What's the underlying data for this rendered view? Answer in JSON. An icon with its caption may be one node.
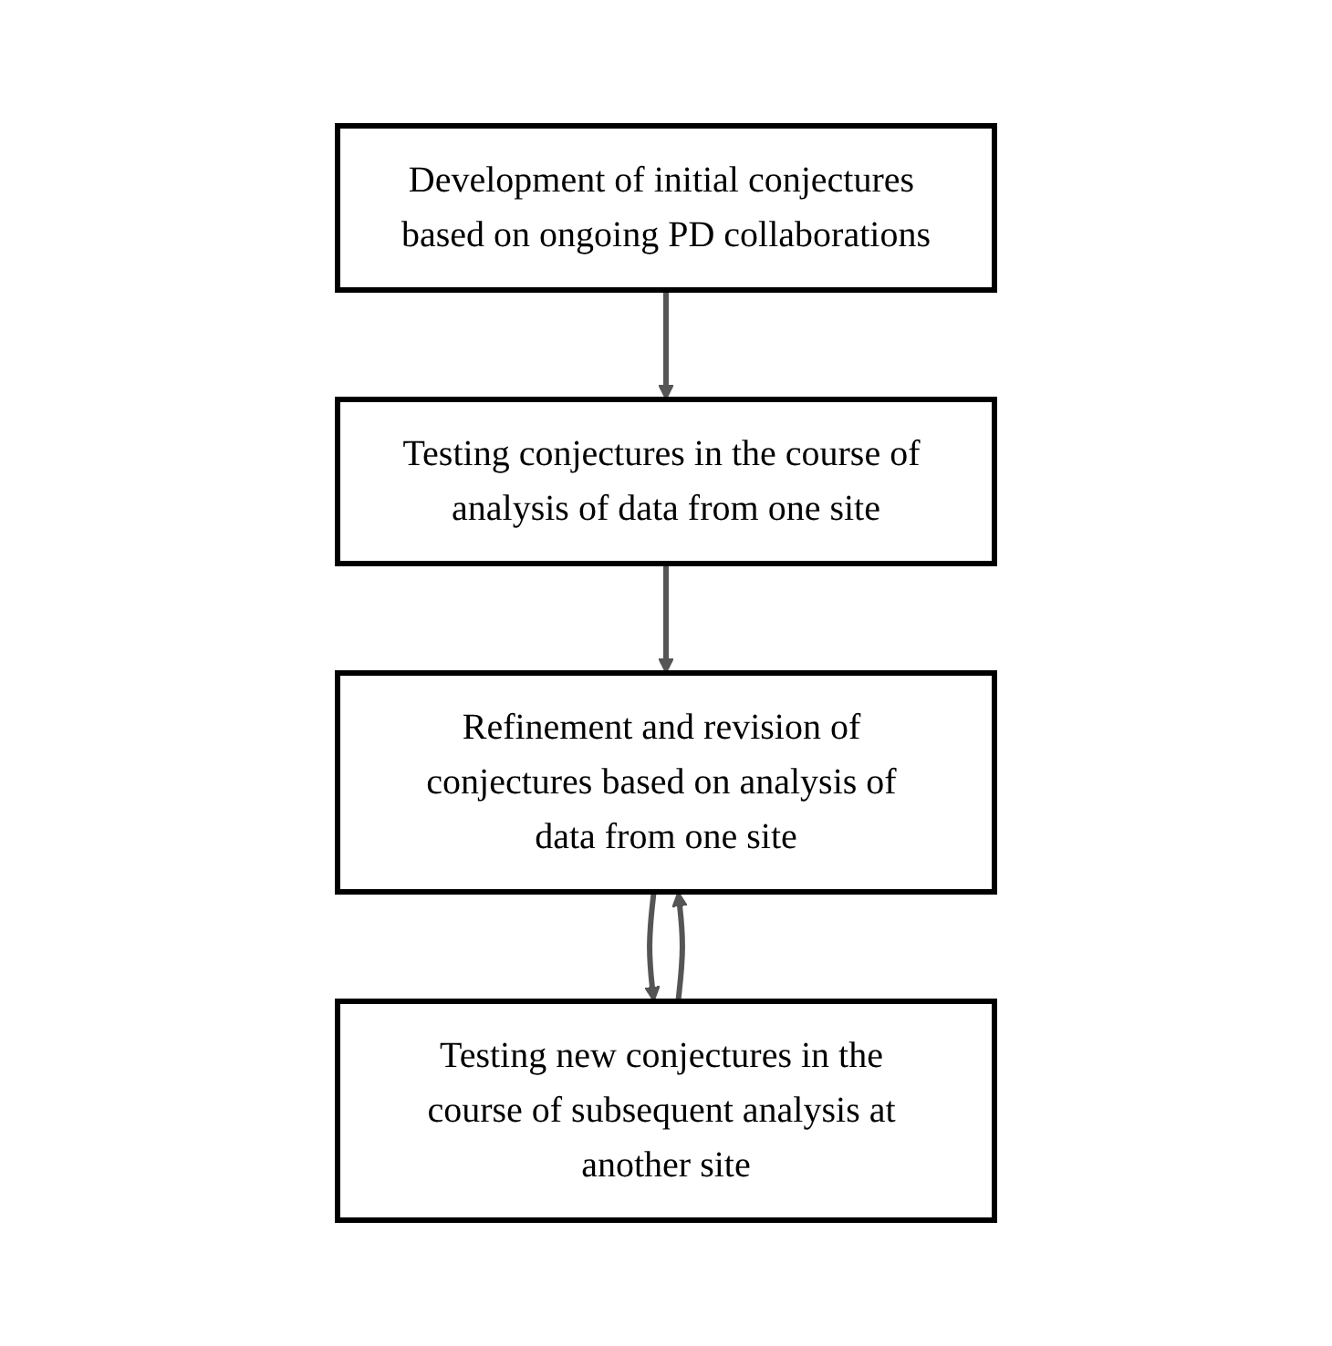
{
  "diagram": {
    "nodes": [
      {
        "text": [
          "Development of initial conjectures based on ongoing PD collaborations"
        ]
      },
      {
        "text": [
          "Testing conjectures in the course of analysis of data from one site"
        ]
      },
      {
        "text": [
          "Refinement and revision of conjectures based on analysis of data from one site"
        ]
      },
      {
        "text": [
          "Testing new conjectures in the course of subsequent analysis at another site"
        ]
      }
    ],
    "edges": [
      {
        "from": 0,
        "to": 1,
        "arrow": "to"
      },
      {
        "from": 1,
        "to": 2,
        "arrow": "to"
      },
      {
        "from": 2,
        "to": 3,
        "arrow": "to"
      },
      {
        "from": 3,
        "to": 2,
        "arrow": "to"
      }
    ]
  }
}
